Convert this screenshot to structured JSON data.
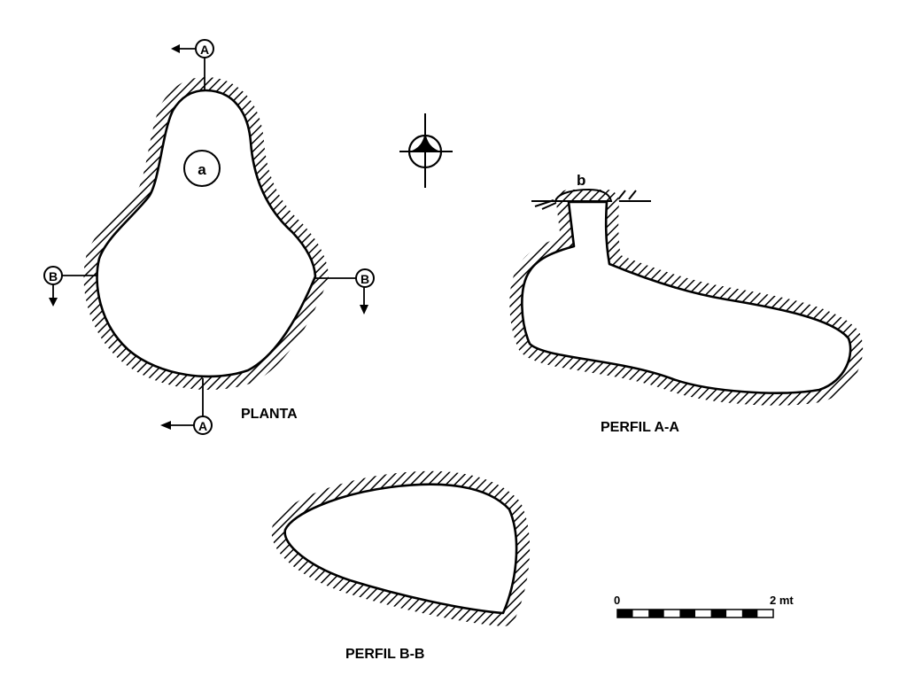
{
  "plan": {
    "title": "PLANTA",
    "section_a_top": "A",
    "section_a_bottom": "A",
    "section_b_left": "B",
    "section_b_right": "B",
    "feature_a": "a"
  },
  "profile_aa": {
    "title": "PERFIL A-A",
    "feature_b": "b"
  },
  "profile_bb": {
    "title": "PERFIL B-B"
  },
  "scale_bar": {
    "start_label": "0",
    "end_label": "2 mt",
    "segments": 10
  }
}
